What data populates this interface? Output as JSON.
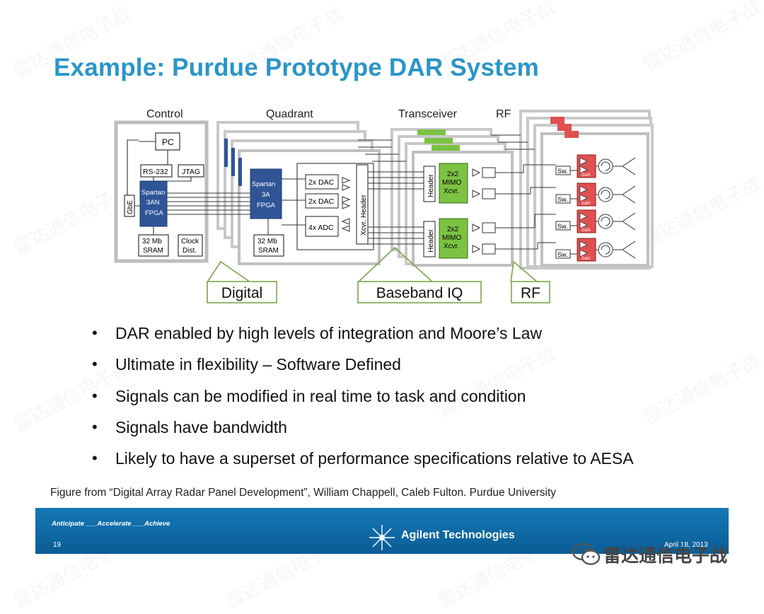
{
  "title": "Example:  Purdue Prototype DAR System",
  "diagram": {
    "section_labels": [
      "Control",
      "Quadrant",
      "Transceiver",
      "RF"
    ],
    "control": {
      "pc": "PC",
      "rs232": "RS-232",
      "jtag": "JTAG",
      "gbe": "GbE",
      "fpga": [
        "Spartan",
        "3AN",
        "FPGA"
      ],
      "sram": [
        "32 Mb",
        "SRAM"
      ],
      "clock": [
        "Clock",
        "Dist."
      ]
    },
    "quadrant": {
      "fpga": [
        "Spartan",
        "3A",
        "FPGA"
      ],
      "sram": [
        "32 Mb",
        "SRAM"
      ],
      "dac1": "2x DAC",
      "dac2": "2x DAC",
      "adc": "4x ADC",
      "xcvr_header": "Xcvr. Header"
    },
    "transceiver": {
      "header": "Header",
      "mimo": [
        "2x2",
        "MIMO",
        "Xcvr."
      ]
    },
    "rf": {
      "sw": "Sw.",
      "gan": "GaN"
    },
    "callouts": [
      "Digital",
      "Baseband IQ",
      "RF"
    ]
  },
  "bullets": [
    "DAR enabled by high levels of integration and Moore’s Law",
    "Ultimate in flexibility – Software Defined",
    "Signals can be modified in real time to task and condition",
    "Signals have bandwidth",
    "Likely to have a superset of performance specifications relative to AESA"
  ],
  "bullet_symbol": "•",
  "figure_caption": "Figure from “Digital Array Radar Panel Development”, William Chappell, Caleb Fulton. Purdue University",
  "footer": {
    "slogan": "Anticipate ___Accelerate ___Achieve",
    "page_number": "19",
    "brand": "Agilent Technologies",
    "date": "April 18, 2013"
  },
  "watermark_account": "雷达通信电子战",
  "colors": {
    "title": "#2a95c8",
    "footer_band": "#0f69a6",
    "fpga_blue": "#2f5597",
    "mimo_green": "#7cc242",
    "pa_red": "#e05050",
    "callout_border": "#7aa64a"
  }
}
